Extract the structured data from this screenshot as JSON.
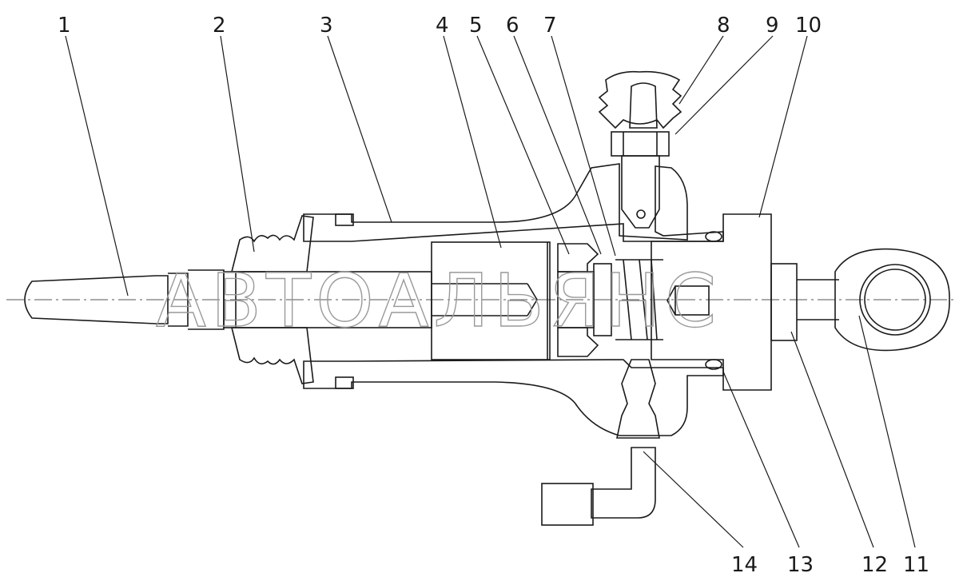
{
  "watermark": "АВТОАЛЬЯНС",
  "callouts": [
    "1",
    "2",
    "3",
    "4",
    "5",
    "6",
    "7",
    "8",
    "9",
    "10",
    "11",
    "12",
    "13",
    "14"
  ],
  "colors": {
    "line": "#1a1a1a",
    "hatch": "#1a1a1a",
    "watermark": "#9a9a9a",
    "background": "#ffffff"
  }
}
